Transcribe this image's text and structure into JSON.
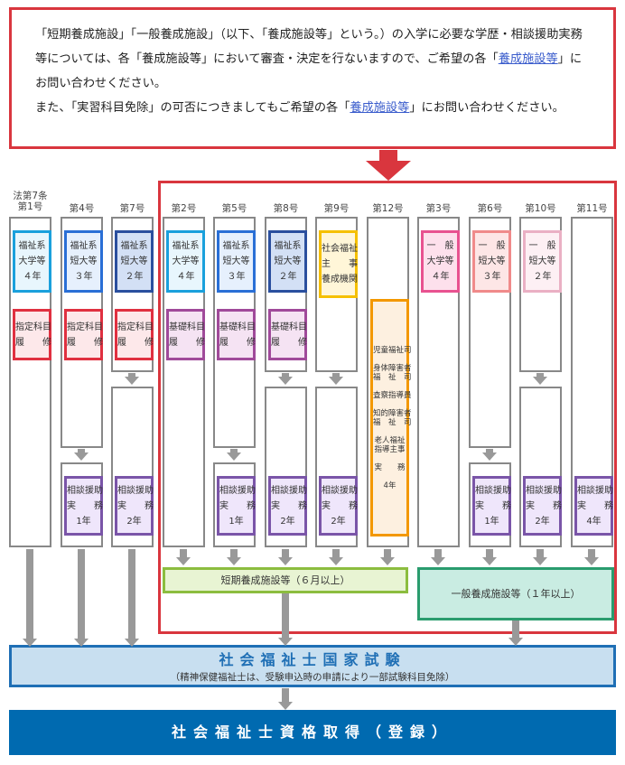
{
  "notice": {
    "line1": "「短期養成施設」「一般養成施設」（以下、「養成施設等」という。）の入学に必要な学歴・相談援助実務等については、各「養成施設等」において審査・決定を行ないますので、ご希望の各「",
    "link1": "養成施設等",
    "line1_end": "」にお問い合わせください。",
    "line2": "また、「実習科目免除」の可否につきましてもご希望の各「",
    "link2": "養成施設等",
    "line2_end": "」にお問い合わせください。"
  },
  "colors": {
    "frame": "#d9363e",
    "arrow": "#999999",
    "final_bg": "#006ab0"
  },
  "columns": [
    {
      "label": "法第7条\n第1号",
      "top": {
        "text": "福祉系\n大学等\n４年",
        "style": "u4"
      },
      "mid": {
        "text": "指定科目\n履　　修",
        "style": "shitei"
      },
      "split": "none"
    },
    {
      "label": "第4号",
      "top": {
        "text": "福祉系\n短大等\n３年",
        "style": "t3"
      },
      "mid": {
        "text": "指定科目\n履　　修",
        "style": "shitei"
      },
      "split": "low",
      "practice": "相談援助\n実　　務\n1年"
    },
    {
      "label": "第7号",
      "top": {
        "text": "福祉系\n短大等\n２年",
        "style": "t2"
      },
      "mid": {
        "text": "指定科目\n履　　修",
        "style": "shitei"
      },
      "split": "high",
      "practice": "相談援助\n実　　務\n2年"
    },
    {
      "label": "第2号",
      "top": {
        "text": "福祉系\n大学等\n４年",
        "style": "u4"
      },
      "mid": {
        "text": "基礎科目\n履　　修",
        "style": "kiso"
      },
      "split": "none"
    },
    {
      "label": "第5号",
      "top": {
        "text": "福祉系\n短大等\n３年",
        "style": "t3"
      },
      "mid": {
        "text": "基礎科目\n履　　修",
        "style": "kiso"
      },
      "split": "low",
      "practice": "相談援助\n実　　務\n1年"
    },
    {
      "label": "第8号",
      "top": {
        "text": "福祉系\n短大等\n２年",
        "style": "t2"
      },
      "mid": {
        "text": "基礎科目\n履　　修",
        "style": "kiso"
      },
      "split": "high",
      "practice": "相談援助\n実　　務\n2年"
    },
    {
      "label": "第9号",
      "top": {
        "text": "社会福祉\n主　　事\n養成機関",
        "style": "shuji"
      },
      "split": "high",
      "practice": "相談援助\n実　　務\n2年"
    },
    {
      "label": "第12号",
      "split": "none",
      "orange": "児童福祉司\n\n身体障害者\n福　祉　司\n\n査察指導員\n\n知的障害者\n福　祉　司\n\n老人福祉\n指導主事\n\n実　　務\n\n4年"
    },
    {
      "label": "第3号",
      "top": {
        "text": "一　般\n大学等\n４年",
        "style": "g4"
      },
      "split": "none"
    },
    {
      "label": "第6号",
      "top": {
        "text": "一　般\n短大等\n３年",
        "style": "g3"
      },
      "split": "low",
      "practice": "相談援助\n実　　務\n1年"
    },
    {
      "label": "第10号",
      "top": {
        "text": "一　般\n短大等\n２年",
        "style": "g2"
      },
      "split": "high",
      "practice": "相談援助\n実　　務\n2年"
    },
    {
      "label": "第11号",
      "split": "none",
      "practice": "相談援助\n実　　務\n4年"
    }
  ],
  "styles": {
    "u4": {
      "border": "#1aa0dc",
      "bg": "#e8f6fd"
    },
    "t3": {
      "border": "#2a6fd6",
      "bg": "#e6f0fd"
    },
    "t2": {
      "border": "#2a4f9e",
      "bg": "#d3e0f5"
    },
    "shitei": {
      "border": "#e03040",
      "bg": "#fde8ea"
    },
    "kiso": {
      "border": "#a04a9a",
      "bg": "#f5e3f3"
    },
    "shuji": {
      "border": "#f5c000",
      "bg": "#fff6d8"
    },
    "orange": {
      "border": "#f39800",
      "bg": "#fdf0e0"
    },
    "g4": {
      "border": "#e85290",
      "bg": "#fde0ec"
    },
    "g3": {
      "border": "#f08a8a",
      "bg": "#fde6e6"
    },
    "g2": {
      "border": "#eab0c4",
      "bg": "#fdf0f4"
    },
    "practice": {
      "border": "#7a55a8",
      "bg": "#efe6fb"
    }
  },
  "facilities": {
    "short": "短期養成施設等（６月以上）",
    "general": "一般養成施設等（１年以上）"
  },
  "exam": {
    "title": "社会福祉士国家試験",
    "note": "（精神保健福祉士は、受験申込時の申請により一部試験科目免除）"
  },
  "final": "社会福祉士資格取得（登録）"
}
